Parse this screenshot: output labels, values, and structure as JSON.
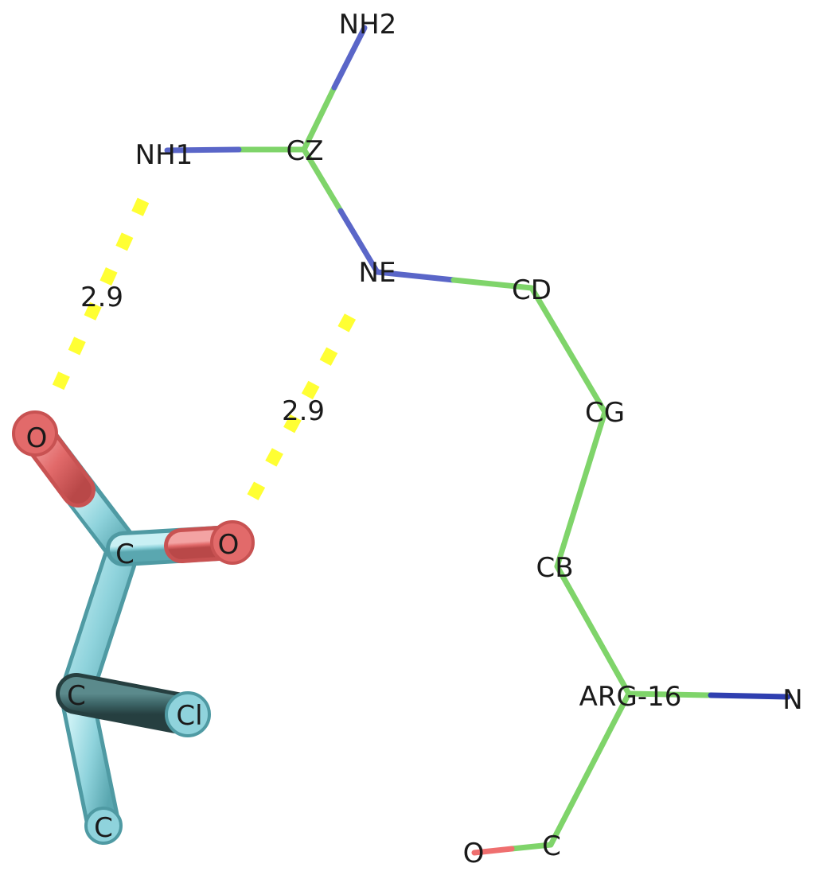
{
  "colors": {
    "carbon_wire": "#7fd46a",
    "nitrogen_wire": "#5a66c8",
    "oxygen_wire": "#ef6f6f",
    "ligand_carbon": "#8fd3dc",
    "ligand_carbon_dark": "#3c6466",
    "ligand_oxygen": "#e26a6a",
    "hbond": "#ffff33"
  },
  "residue": {
    "name": "ARG-16",
    "atoms": {
      "nh2": "NH2",
      "nh1": "NH1",
      "cz": "CZ",
      "ne": "NE",
      "cd": "CD",
      "cg": "CG",
      "cb": "CB",
      "n": "N",
      "c": "C",
      "o": "O"
    }
  },
  "ligand": {
    "atoms": {
      "o1": "O",
      "o2": "O",
      "c1": "C",
      "c2": "C",
      "cl": "Cl",
      "c3": "C"
    }
  },
  "hbonds": [
    {
      "from": "NH1",
      "to": "O",
      "distance": "2.9"
    },
    {
      "from": "NE",
      "to": "O",
      "distance": "2.9"
    }
  ]
}
